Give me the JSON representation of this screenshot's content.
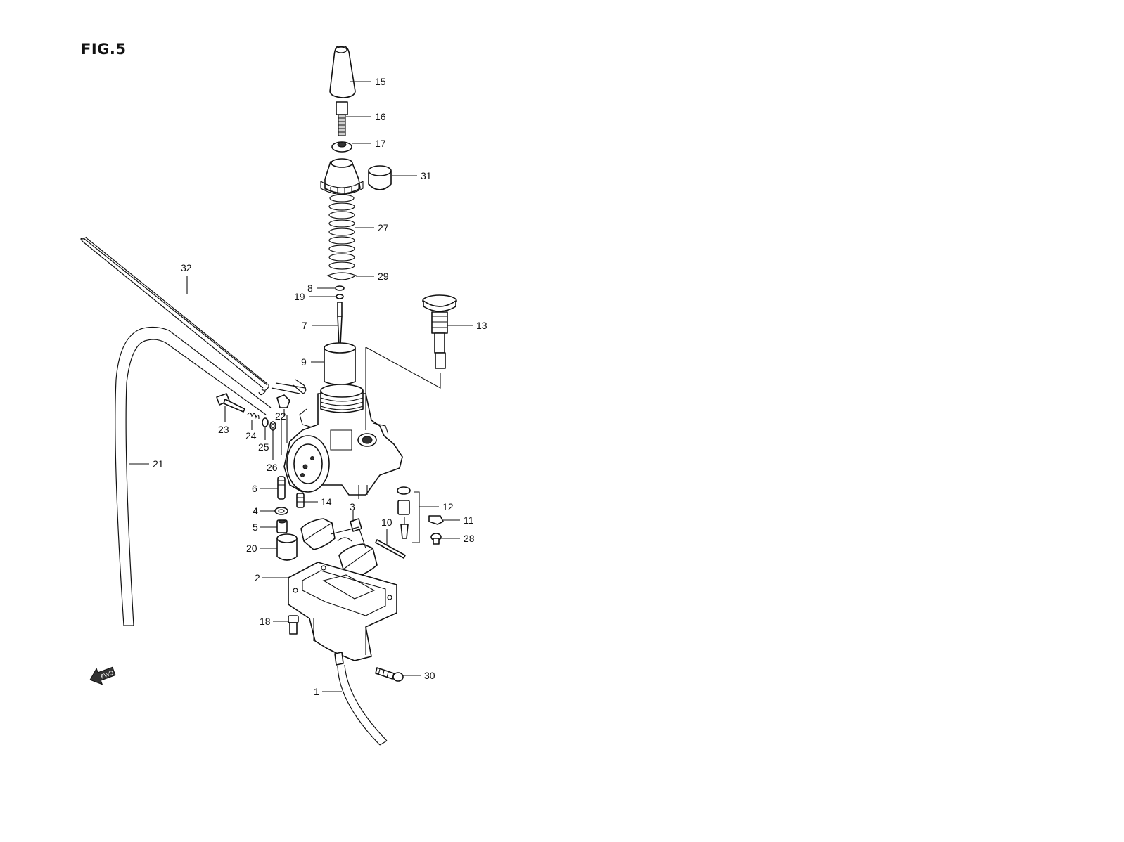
{
  "figure": {
    "title": "FIG.5",
    "fwd_arrow_text": "FWD"
  },
  "callouts": [
    {
      "id": "15",
      "label": "15"
    },
    {
      "id": "16",
      "label": "16"
    },
    {
      "id": "17",
      "label": "17"
    },
    {
      "id": "31",
      "label": "31"
    },
    {
      "id": "27",
      "label": "27"
    },
    {
      "id": "29",
      "label": "29"
    },
    {
      "id": "8",
      "label": "8"
    },
    {
      "id": "19",
      "label": "19"
    },
    {
      "id": "7",
      "label": "7"
    },
    {
      "id": "13",
      "label": "13"
    },
    {
      "id": "9",
      "label": "9"
    },
    {
      "id": "32",
      "label": "32"
    },
    {
      "id": "22",
      "label": "22"
    },
    {
      "id": "23",
      "label": "23"
    },
    {
      "id": "24",
      "label": "24"
    },
    {
      "id": "25",
      "label": "25"
    },
    {
      "id": "26",
      "label": "26"
    },
    {
      "id": "21",
      "label": "21"
    },
    {
      "id": "6",
      "label": "6"
    },
    {
      "id": "14",
      "label": "14"
    },
    {
      "id": "3",
      "label": "3"
    },
    {
      "id": "12",
      "label": "12"
    },
    {
      "id": "11",
      "label": "11"
    },
    {
      "id": "4",
      "label": "4"
    },
    {
      "id": "10",
      "label": "10"
    },
    {
      "id": "5",
      "label": "5"
    },
    {
      "id": "28",
      "label": "28"
    },
    {
      "id": "20",
      "label": "20"
    },
    {
      "id": "2",
      "label": "2"
    },
    {
      "id": "18",
      "label": "18"
    },
    {
      "id": "30",
      "label": "30"
    },
    {
      "id": "1",
      "label": "1"
    }
  ]
}
